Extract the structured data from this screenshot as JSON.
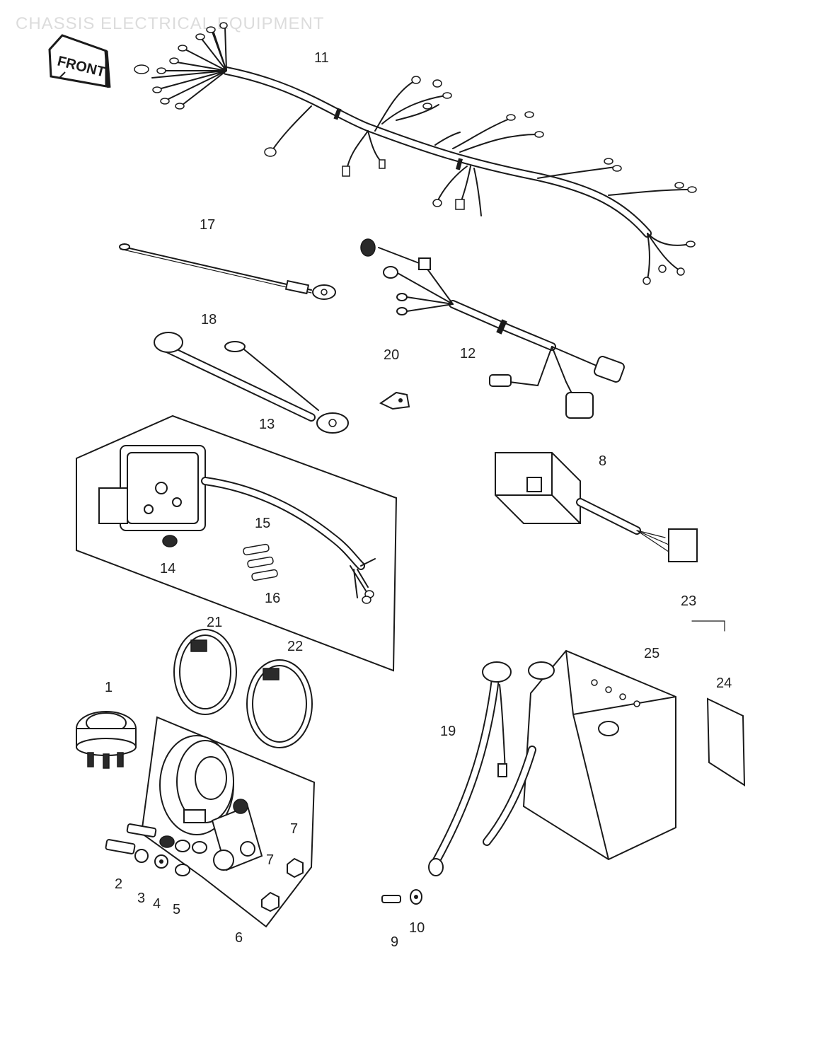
{
  "title": "CHASSIS ELECTRICAL EQUIPMENT",
  "front_tag": "FRONT",
  "callouts": {
    "c1": "1",
    "c2": "2",
    "c3": "3",
    "c4": "4",
    "c5": "5",
    "c6": "6",
    "c7a": "7",
    "c7b": "7",
    "c8": "8",
    "c9": "9",
    "c10": "10",
    "c11": "11",
    "c12": "12",
    "c13": "13",
    "c14": "14",
    "c15": "15",
    "c16": "16",
    "c17": "17",
    "c18": "18",
    "c19": "19",
    "c20": "20",
    "c21": "21",
    "c22": "22",
    "c23": "23",
    "c24": "24",
    "c25": "25"
  }
}
